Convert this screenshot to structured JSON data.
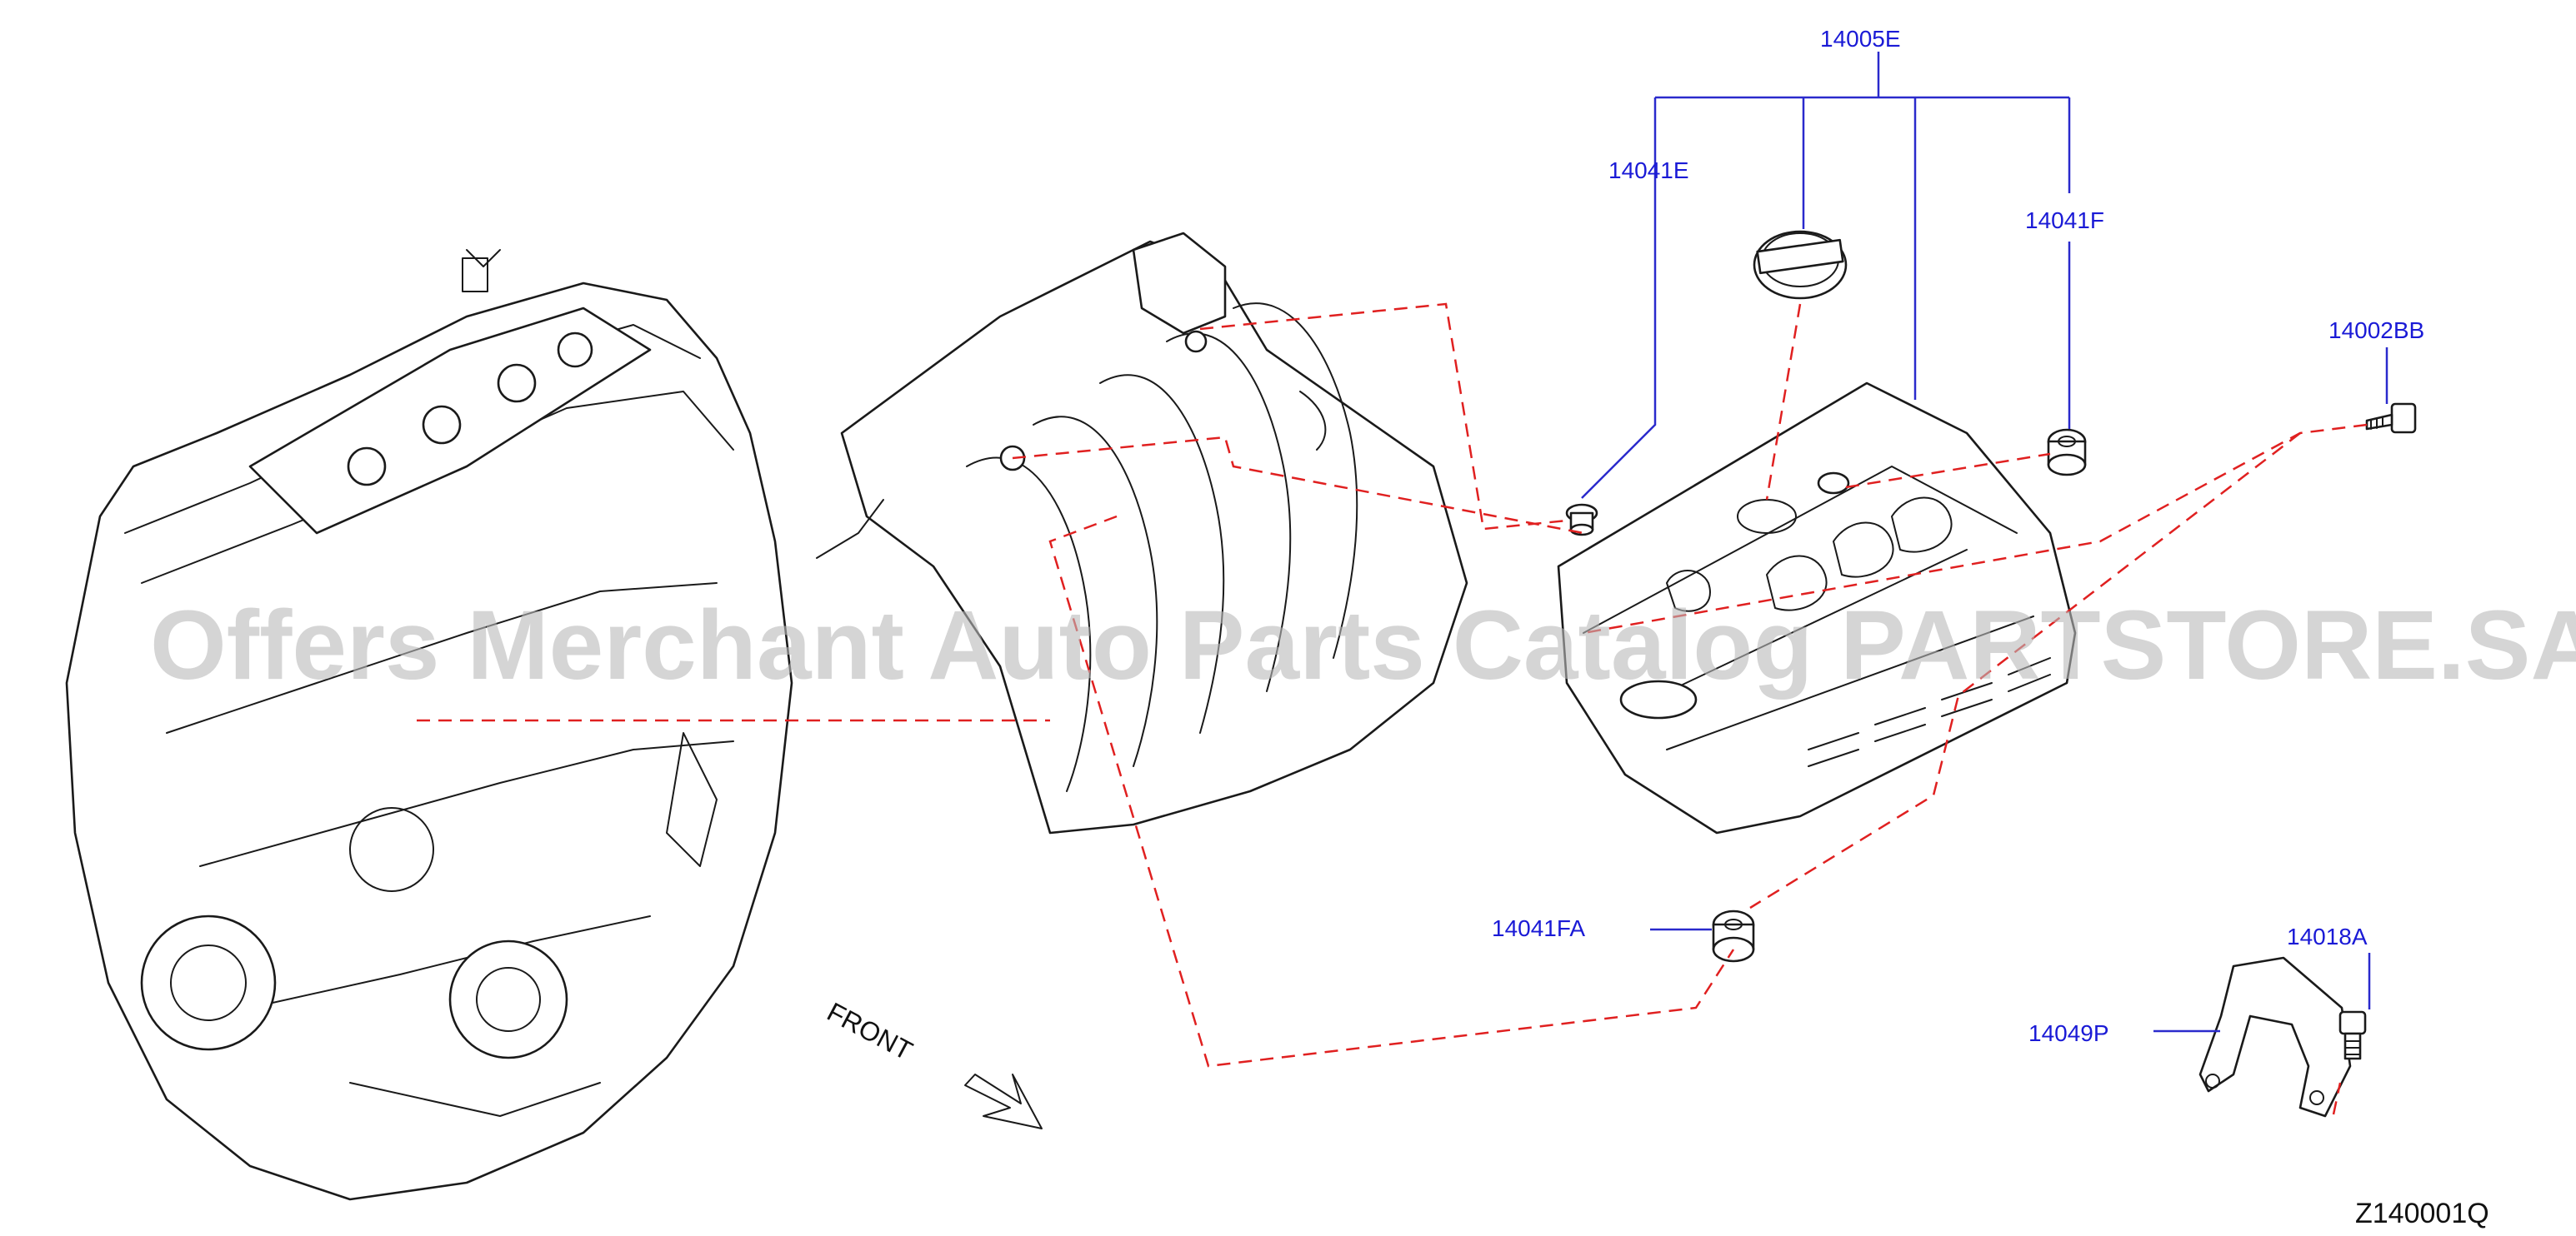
{
  "watermark": "Offers Merchant Auto Parts Catalog PARTSTORE.SA",
  "diagram_code": "Z140001Q",
  "front_label": "FRONT",
  "part_labels": {
    "p14005E": "14005E",
    "p14041E": "14041E",
    "p14041F": "14041F",
    "p14002BB": "14002BB",
    "p14041FA": "14041FA",
    "p14018A": "14018A",
    "p14049P": "14049P"
  },
  "colors": {
    "label_blue": "#1a1ad6",
    "leader_blue": "#2a2acc",
    "dashed_red": "#e02020",
    "line_art": "#1a1a1a"
  }
}
